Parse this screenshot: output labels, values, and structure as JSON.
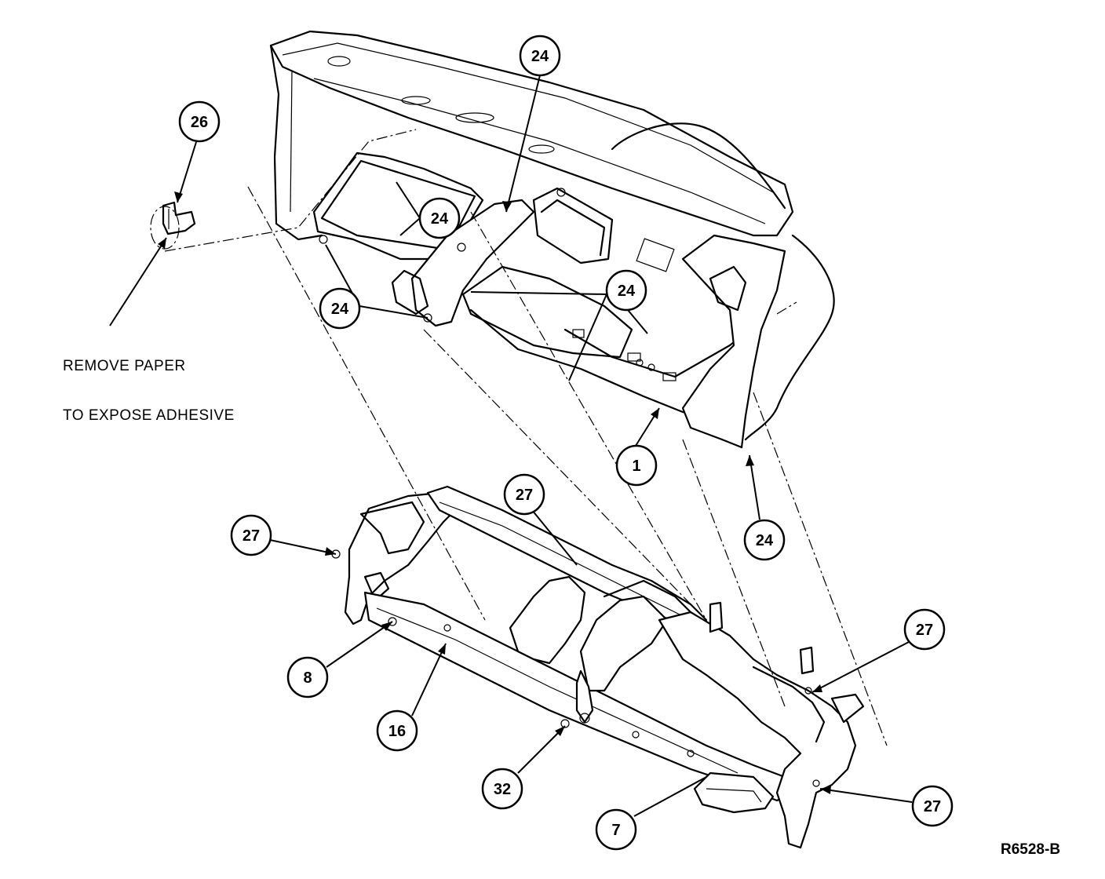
{
  "figure_id": "R6528-B",
  "note": {
    "line1": "REMOVE PAPER",
    "line2": "TO EXPOSE ADHESIVE"
  },
  "callouts": [
    {
      "label": "24"
    },
    {
      "label": "26"
    },
    {
      "label": "24"
    },
    {
      "label": "24"
    },
    {
      "label": "24"
    },
    {
      "label": "1"
    },
    {
      "label": "24"
    },
    {
      "label": "27"
    },
    {
      "label": "27"
    },
    {
      "label": "27"
    },
    {
      "label": "8"
    },
    {
      "label": "16"
    },
    {
      "label": "32"
    },
    {
      "label": "7"
    },
    {
      "label": "27"
    }
  ],
  "colors": {
    "line": "#000000",
    "background": "#ffffff"
  }
}
